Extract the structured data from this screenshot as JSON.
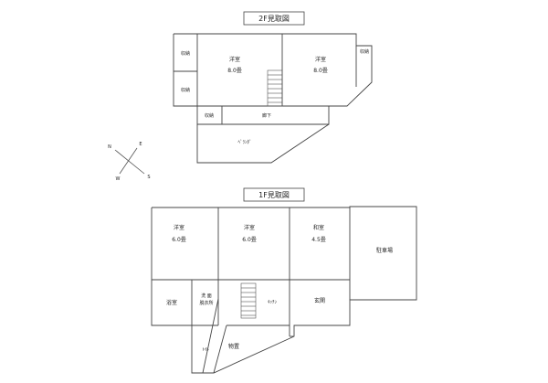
{
  "floor2": {
    "title": "2F見取図",
    "rooms": {
      "storage_top_left": "収納",
      "storage_bottom_left": "収納",
      "western_left": "洋室",
      "western_left_size": "8.0畳",
      "western_right": "洋室",
      "western_right_size": "8.0畳",
      "storage_right": "収納",
      "storage_hall": "収納",
      "hallway": "廊下",
      "veranda": "ﾍﾞﾗﾝﾀﾞ"
    }
  },
  "compass": {
    "north": "N",
    "east": "E",
    "west": "W",
    "south": "S"
  },
  "floor1": {
    "title": "1F見取図",
    "rooms": {
      "western_1": "洋室",
      "western_1_size": "6.0畳",
      "western_2": "洋室",
      "western_2_size": "6.0畳",
      "japanese": "和室",
      "japanese_size": "4.5畳",
      "parking": "駐車場",
      "bathroom": "浴室",
      "washroom_line1": "洗 面",
      "washroom_line2": "脱衣所",
      "kitchen": "ｷｯﾁﾝ",
      "entrance": "玄関",
      "toilet": "ﾄｲﾚ",
      "storeroom": "物置"
    }
  }
}
